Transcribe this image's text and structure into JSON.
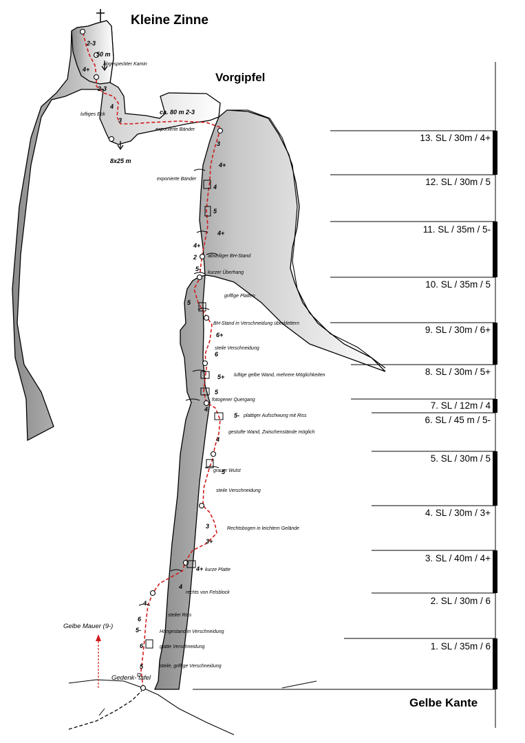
{
  "titles": {
    "summit": "Kleine Zinne",
    "forepeak": "Vorgipfel",
    "route_name": "Gelbe Kante"
  },
  "pitches": [
    {
      "label": "13. SL / 30m / 4+"
    },
    {
      "label": "12. SL / 30m / 5"
    },
    {
      "label": "11. SL / 35m / 5-"
    },
    {
      "label": "10. SL / 35m / 5"
    },
    {
      "label": "9. SL / 30m / 6+"
    },
    {
      "label": "8. SL / 30m / 5+"
    },
    {
      "label": "7. SL / 12m / 4"
    },
    {
      "label": "6. SL / 45 m / 5-"
    },
    {
      "label": "5. SL / 30m / 5"
    },
    {
      "label": "4. SL / 30m / 3+"
    },
    {
      "label": "3. SL / 40m / 4+"
    },
    {
      "label": "2. SL / 30m / 6"
    },
    {
      "label": "1. SL / 35m / 6"
    }
  ],
  "annotations": {
    "abseil_50": "50 m",
    "chimney": "abgespeckter Kamin",
    "airy_corner": "luftiges Eck",
    "traverse_len": "ca. 80 m 2-3",
    "exposed_ledges": "exponierte Bänder",
    "exposed_ledges_2": "exponierte Bänder",
    "rappels": "8x25 m",
    "abseil_belay": "abseiliger BH-Stand",
    "short_overhang": "kurzer Überhang",
    "grippy_slabs": "griffige Platten",
    "belay_in_corner": "BH-Stand in Verschneidung überklettern",
    "steep_corner_1": "steile Verschneidung",
    "airy_yellow_wall": "luftige gelbe Wand, mehrere Möglichkeiten",
    "photogenic_traverse": "fotogener Quergang",
    "slabby_crack": "plattiger Aufschwung mit Riss",
    "stepped_wall": "gestufte Wand, Zwischenstände möglich",
    "grey_bulge": "grauer Wulst",
    "steep_corner_2": "steile Verschneidung",
    "right_arc": "Rechtsbogen in leichtem Gelände",
    "short_slab": "kurze Platte",
    "right_of_boulder": "rechts von Felsblock",
    "steep_crack": "steiler Riss",
    "hanging_belay": "Hängestand in Verschneidung",
    "smooth_corner": "glatte Verschneidung",
    "steep_grippy_corner": "steile, griffige Verschneidung",
    "yellow_wall": "Gelbe Mauer (9-)",
    "memorial_plaque": "Gedenk- tafel"
  },
  "grades": [
    "2-3",
    "4+",
    "2-3",
    "4",
    "3",
    "3",
    "4+",
    "4",
    "5",
    "4+",
    "4+",
    "2",
    "5-",
    "5",
    "6+",
    "6",
    "5+",
    "5",
    "4",
    "5-",
    "4",
    "5",
    "3",
    "3+",
    "4+",
    "4",
    "4",
    "6",
    "5-",
    "6",
    "5"
  ]
}
